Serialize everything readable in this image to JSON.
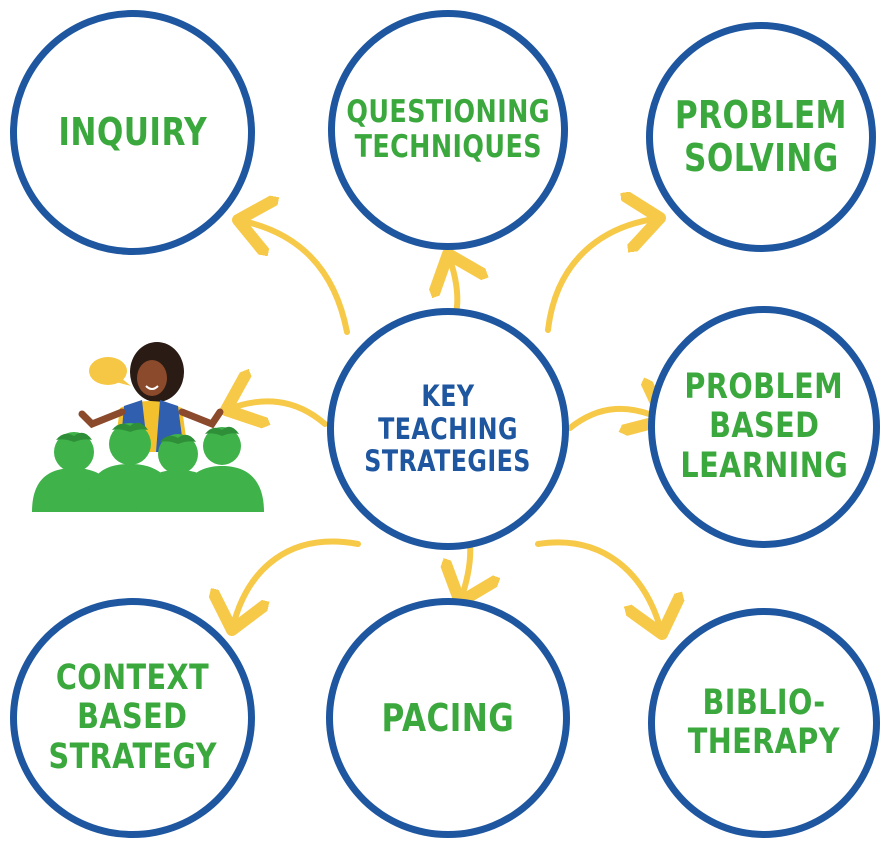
{
  "center": {
    "lines": [
      "KEY TEACHING",
      "STRATEGIES"
    ]
  },
  "strategies": [
    {
      "id": "inquiry",
      "lines": [
        "INQUIRY"
      ]
    },
    {
      "id": "questioning",
      "lines": [
        "QUESTIONING",
        "TECHNIQUES"
      ]
    },
    {
      "id": "problem-solving",
      "lines": [
        "PROBLEM",
        "SOLVING"
      ]
    },
    {
      "id": "problem-based",
      "lines": [
        "PROBLEM",
        "BASED",
        "LEARNING"
      ]
    },
    {
      "id": "context-based",
      "lines": [
        "CONTEXT",
        "BASED",
        "STRATEGY"
      ]
    },
    {
      "id": "pacing",
      "lines": [
        "PACING"
      ]
    },
    {
      "id": "bibliotherapy",
      "lines": [
        "BIBLIO-",
        "THERAPY"
      ]
    }
  ],
  "colors": {
    "circle_border": "#1e56a0",
    "strategy_text": "#3aa83d",
    "center_text": "#1e56a0",
    "arrow": "#f7c948",
    "audience": "#3fb24a",
    "teacher_vest": "#2f5fae",
    "teacher_shirt": "#f4c12e",
    "speech_bubble": "#f6c744"
  },
  "illustration": {
    "icon": "teacher-with-students-icon"
  }
}
